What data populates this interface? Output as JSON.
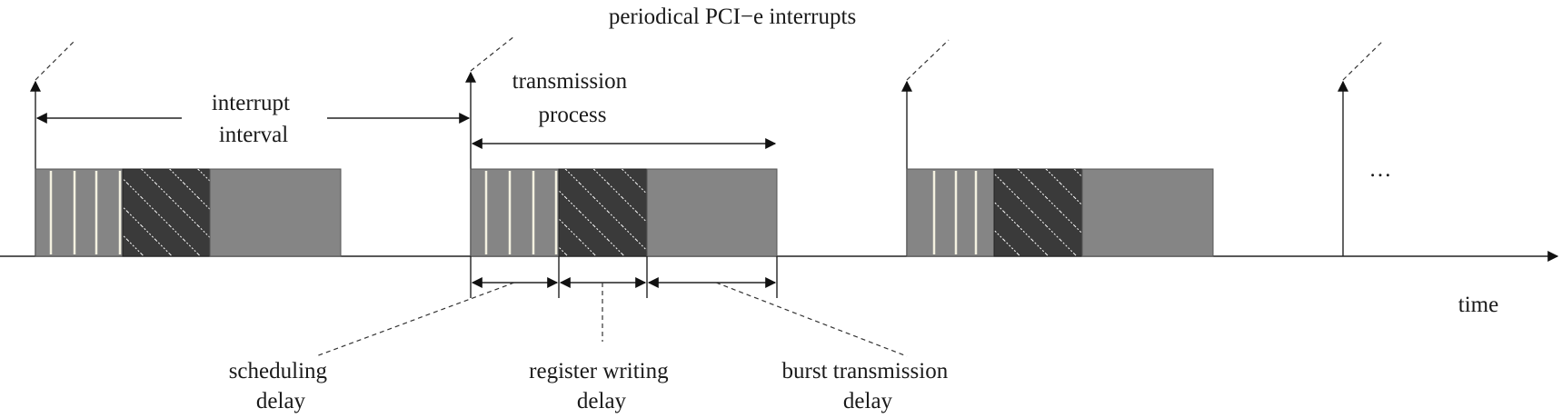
{
  "diagram": {
    "title": "periodical PCI−e interrupts",
    "interrupt_interval": [
      "interrupt",
      "interval"
    ],
    "transmission_process": [
      "transmission",
      "process"
    ],
    "time_label": "time",
    "ellipsis": "…",
    "scheduling_delay": [
      "scheduling",
      "delay"
    ],
    "register_writing_delay": [
      "register writing",
      "delay"
    ],
    "burst_transmission_delay": [
      "burst transmission",
      "delay"
    ]
  },
  "colors": {
    "block_fill": "#858585",
    "register_fill": "#3a3a3a",
    "stripe": "#f4f1e0"
  }
}
